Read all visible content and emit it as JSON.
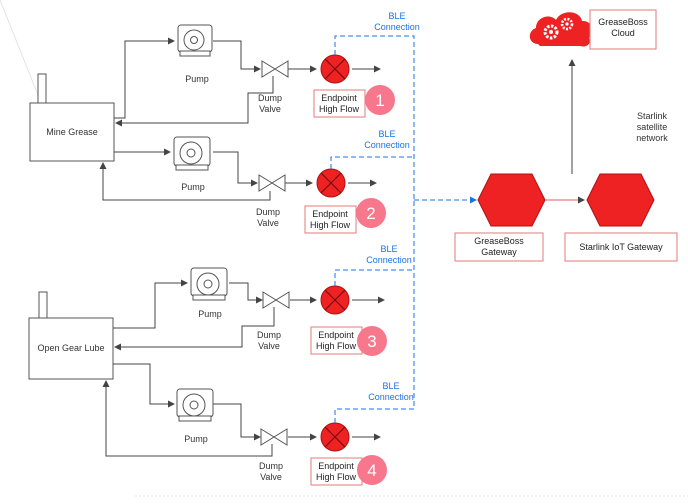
{
  "tanks": {
    "mine_grease": "Mine Grease",
    "open_gear_lube": "Open Gear Lube"
  },
  "pumps": [
    "Pump",
    "Pump",
    "Pump",
    "Pump"
  ],
  "valves": [
    "Dump\nValve",
    "Dump\nValve",
    "Dump\nValve",
    "Dump\nValve"
  ],
  "ble": [
    "BLE\nConnection",
    "BLE\nConnection",
    "BLE\nConnection",
    "BLE\nConnection"
  ],
  "endpoints": [
    {
      "label": "Endpoint\nHigh Flow",
      "number": "1"
    },
    {
      "label": "Endpoint\nHigh Flow",
      "number": "2"
    },
    {
      "label": "Endpoint\nHigh Flow",
      "number": "3"
    },
    {
      "label": "Endpoint\nHigh Flow",
      "number": "4"
    }
  ],
  "gateways": {
    "greaseboss": "GreaseBoss\nGateway",
    "starlink": "Starlink IoT Gateway"
  },
  "starlink_network": "Starlink\nsatellite\nnetwork",
  "cloud": "GreaseBoss\nCloud",
  "colors": {
    "accent_red": "#ee2222",
    "badge_pink": "#f7788c",
    "ble_blue": "#1a73e8",
    "line_gray": "#444444"
  }
}
